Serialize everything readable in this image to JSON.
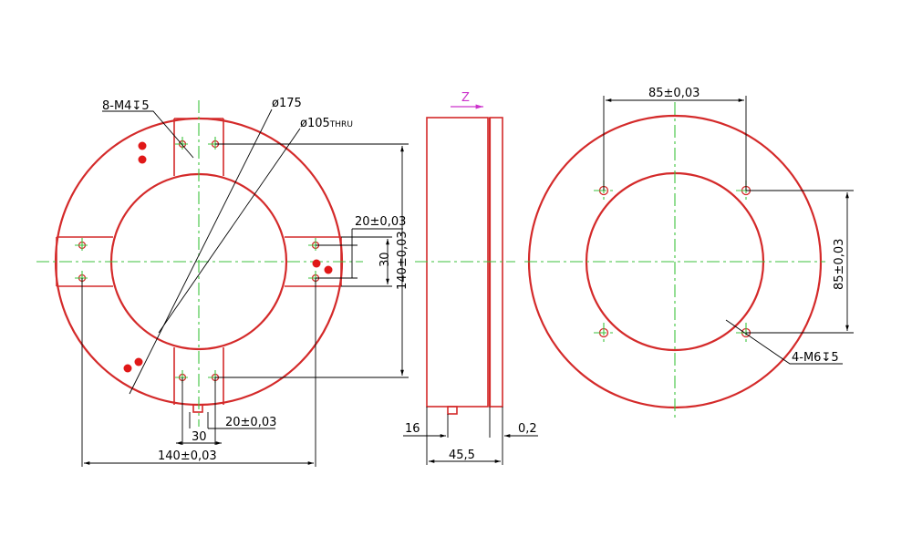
{
  "colors": {
    "outline": "#d42a2a",
    "centerline": "#3cc23c",
    "dimension": "#000000",
    "direction": "#cc33cc",
    "marker": "#e01818"
  },
  "front_view": {
    "callout_holes": "8-M4",
    "callout_depth": "5",
    "outer_diameter": "175",
    "inner_diameter": "105",
    "inner_suffix": "THRU",
    "tab_width": "20±0,03",
    "tab_spacing": "30",
    "height": "140±0,03",
    "bottom_tab_width": "20±0,03",
    "bottom_spacing": "30",
    "width": "140±0,03"
  },
  "side_view": {
    "direction_label": "Z",
    "offset": "16",
    "gap": "0,2",
    "thickness": "45,5"
  },
  "back_view": {
    "hole_spacing_x": "85±0,03",
    "hole_spacing_y": "85±0,03",
    "callout_holes": "4-M6",
    "callout_depth": "5"
  }
}
